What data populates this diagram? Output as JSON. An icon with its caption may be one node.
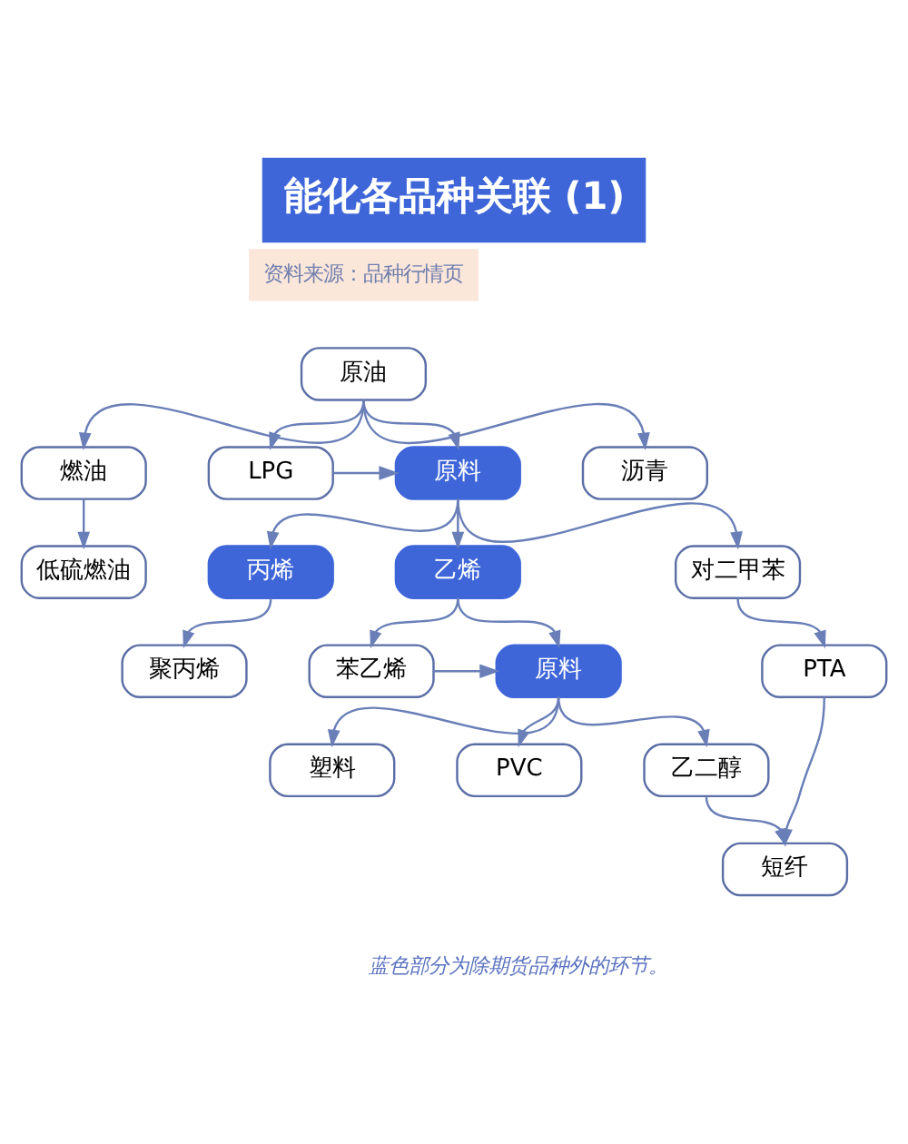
{
  "diagram": {
    "title": "能化各品种关联 (1)",
    "caption": "蓝色部分为除期货品种外的环节。",
    "nodes": [
      {
        "text": [
          "原油"
        ]
      },
      {
        "text": [
          "燃油"
        ]
      },
      {
        "text": [
          "LPG"
        ]
      },
      {
        "text": [
          "原料"
        ]
      },
      {
        "text": [
          "沥青"
        ]
      },
      {
        "text": [
          "低硫燃油"
        ]
      },
      {
        "text": [
          "丙烯"
        ]
      },
      {
        "text": [
          "乙烯"
        ]
      },
      {
        "text": [
          "对二甲苯"
        ]
      },
      {
        "text": [
          "聚丙烯"
        ]
      },
      {
        "text": [
          "苯乙烯"
        ]
      },
      {
        "text": [
          "原料"
        ]
      },
      {
        "text": [
          "PTA"
        ]
      },
      {
        "text": [
          "塑料"
        ]
      },
      {
        "text": [
          "PVC"
        ]
      },
      {
        "text": [
          "乙二醇"
        ]
      },
      {
        "text": [
          "短纤"
        ]
      }
    ],
    "edges": [
      {
        "from": 0,
        "to": 1,
        "arrow": "to"
      },
      {
        "from": 0,
        "to": 2,
        "arrow": "to"
      },
      {
        "from": 0,
        "to": 3,
        "arrow": "to"
      },
      {
        "from": 0,
        "to": 4,
        "arrow": "to"
      },
      {
        "from": 1,
        "to": 5,
        "arrow": "to"
      },
      {
        "from": 2,
        "to": 3,
        "arrow": "to"
      },
      {
        "from": 3,
        "to": 6,
        "arrow": "to"
      },
      {
        "from": 3,
        "to": 7,
        "arrow": "to"
      },
      {
        "from": 3,
        "to": 8,
        "arrow": "to"
      },
      {
        "from": 6,
        "to": 9,
        "arrow": "to"
      },
      {
        "from": 7,
        "to": 10,
        "arrow": "to"
      },
      {
        "from": 7,
        "to": 11,
        "arrow": "to"
      },
      {
        "from": 10,
        "to": 11,
        "arrow": "to"
      },
      {
        "from": 8,
        "to": 12,
        "arrow": "to"
      },
      {
        "from": 11,
        "to": 13,
        "arrow": "to"
      },
      {
        "from": 11,
        "to": 14,
        "arrow": "to"
      },
      {
        "from": 11,
        "to": 15,
        "arrow": "to"
      },
      {
        "from": 15,
        "to": 16,
        "arrow": "to"
      },
      {
        "from": 12,
        "to": 16,
        "arrow": "to"
      }
    ],
    "labels": [
      "资料来源：品种行情页"
    ]
  }
}
